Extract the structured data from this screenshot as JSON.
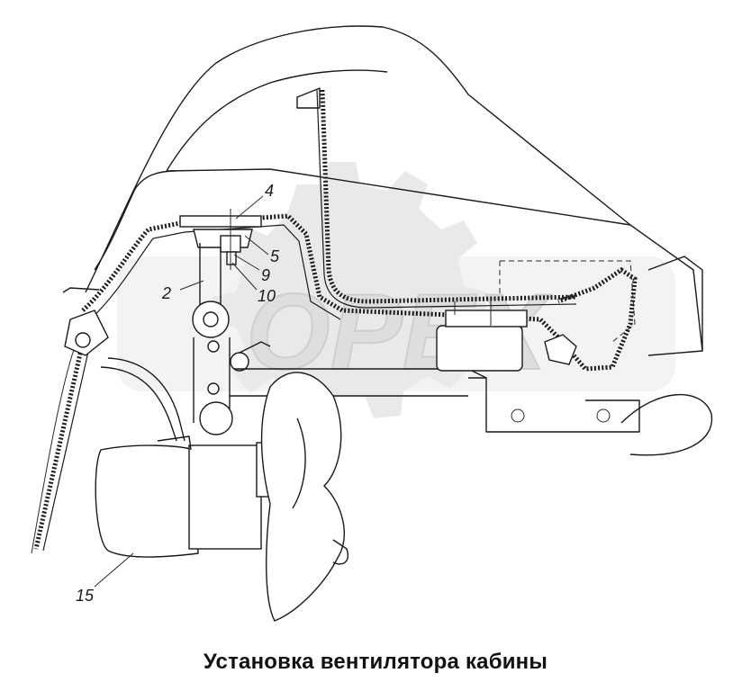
{
  "caption": "Установка вентилятора кабины",
  "callouts": [
    {
      "id": "4",
      "label": "4"
    },
    {
      "id": "5",
      "label": "5"
    },
    {
      "id": "9",
      "label": "9"
    },
    {
      "id": "10",
      "label": "10"
    },
    {
      "id": "2",
      "label": "2"
    },
    {
      "id": "15",
      "label": "15"
    }
  ],
  "watermark": {
    "brand": "OPEX",
    "icon": "gear-icon"
  },
  "colors": {
    "line": "#1a1a1a",
    "watermark": "#e9e9e9",
    "background": "#ffffff"
  }
}
